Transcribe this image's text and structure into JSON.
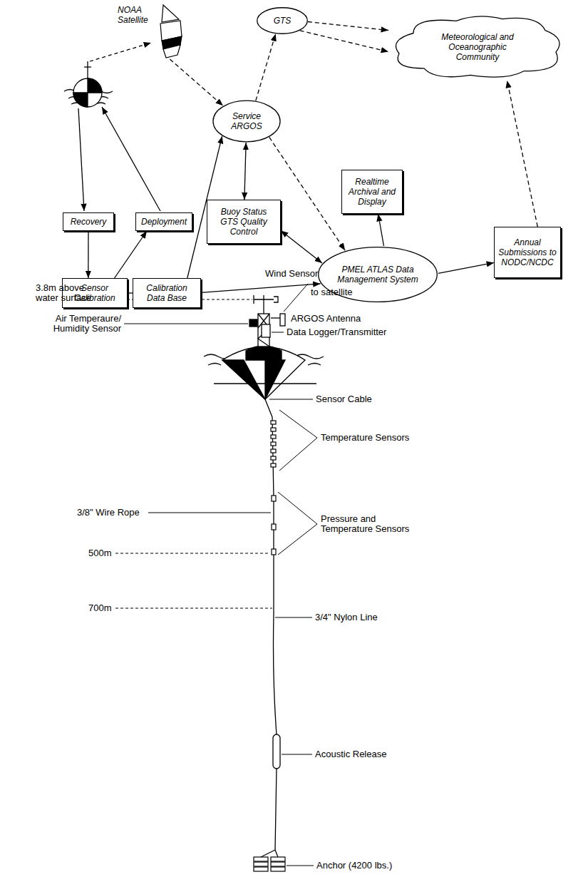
{
  "diagram": {
    "nodes": [
      {
        "text": [
          "NOAA Satellite"
        ]
      },
      {
        "text": [
          "GTS"
        ]
      },
      {
        "text": [
          "Meteorological and Oceanographic Community"
        ]
      },
      {
        "text": [
          "Service ARGOS"
        ]
      },
      {
        "text": [
          "Recovery"
        ]
      },
      {
        "text": [
          "Deployment"
        ]
      },
      {
        "text": [
          "Buoy Status GTS Quality Control"
        ]
      },
      {
        "text": [
          "Realtime Archival and Display"
        ]
      },
      {
        "text": [
          "Sensor Calibration"
        ]
      },
      {
        "text": [
          "Calibration Data Base"
        ]
      },
      {
        "text": [
          "PMEL ATLAS Data Management System"
        ]
      },
      {
        "text": [
          "Annual Submissions to NODC/NCDC"
        ]
      }
    ],
    "edges": [
      {
        "from": 0,
        "to": 3,
        "arrow": "to"
      },
      {
        "from": 3,
        "to": 1,
        "arrow": "to"
      },
      {
        "from": 1,
        "to": 2,
        "arrow": "to"
      },
      {
        "from": 1,
        "to": 2,
        "arrow": "to"
      },
      {
        "from": 3,
        "to": 6,
        "arrow": "both"
      },
      {
        "from": 3,
        "to": 10,
        "arrow": "to"
      },
      {
        "from": 9,
        "to": 3,
        "arrow": "to"
      },
      {
        "from": 6,
        "to": 10,
        "arrow": "both"
      },
      {
        "from": 10,
        "to": 7,
        "arrow": "to"
      },
      {
        "from": 9,
        "to": 10,
        "arrow": "to"
      },
      {
        "from": 10,
        "to": 11,
        "arrow": "to"
      },
      {
        "from": 11,
        "to": 2,
        "arrow": "to"
      },
      {
        "from": 4,
        "to": 8,
        "arrow": "to"
      },
      {
        "from": 8,
        "to": 5,
        "arrow": "to"
      },
      {
        "from": 8,
        "to": 9,
        "arrow": "none"
      }
    ],
    "labels": [
      "Wind Sensor",
      "to satellite",
      "3.8m above water surface",
      "ARGOS Antenna",
      "Air Temperaure/ Humidity Sensor",
      "Data Logger/Transmitter",
      "Sensor Cable",
      "Temperature Sensors",
      "3/8\" Wire Rope",
      "Pressure and Temperature Sensors",
      "500m",
      "700m",
      "3/4\" Nylon Line",
      "Acoustic Release",
      "Anchor (4200 lbs.)"
    ]
  }
}
